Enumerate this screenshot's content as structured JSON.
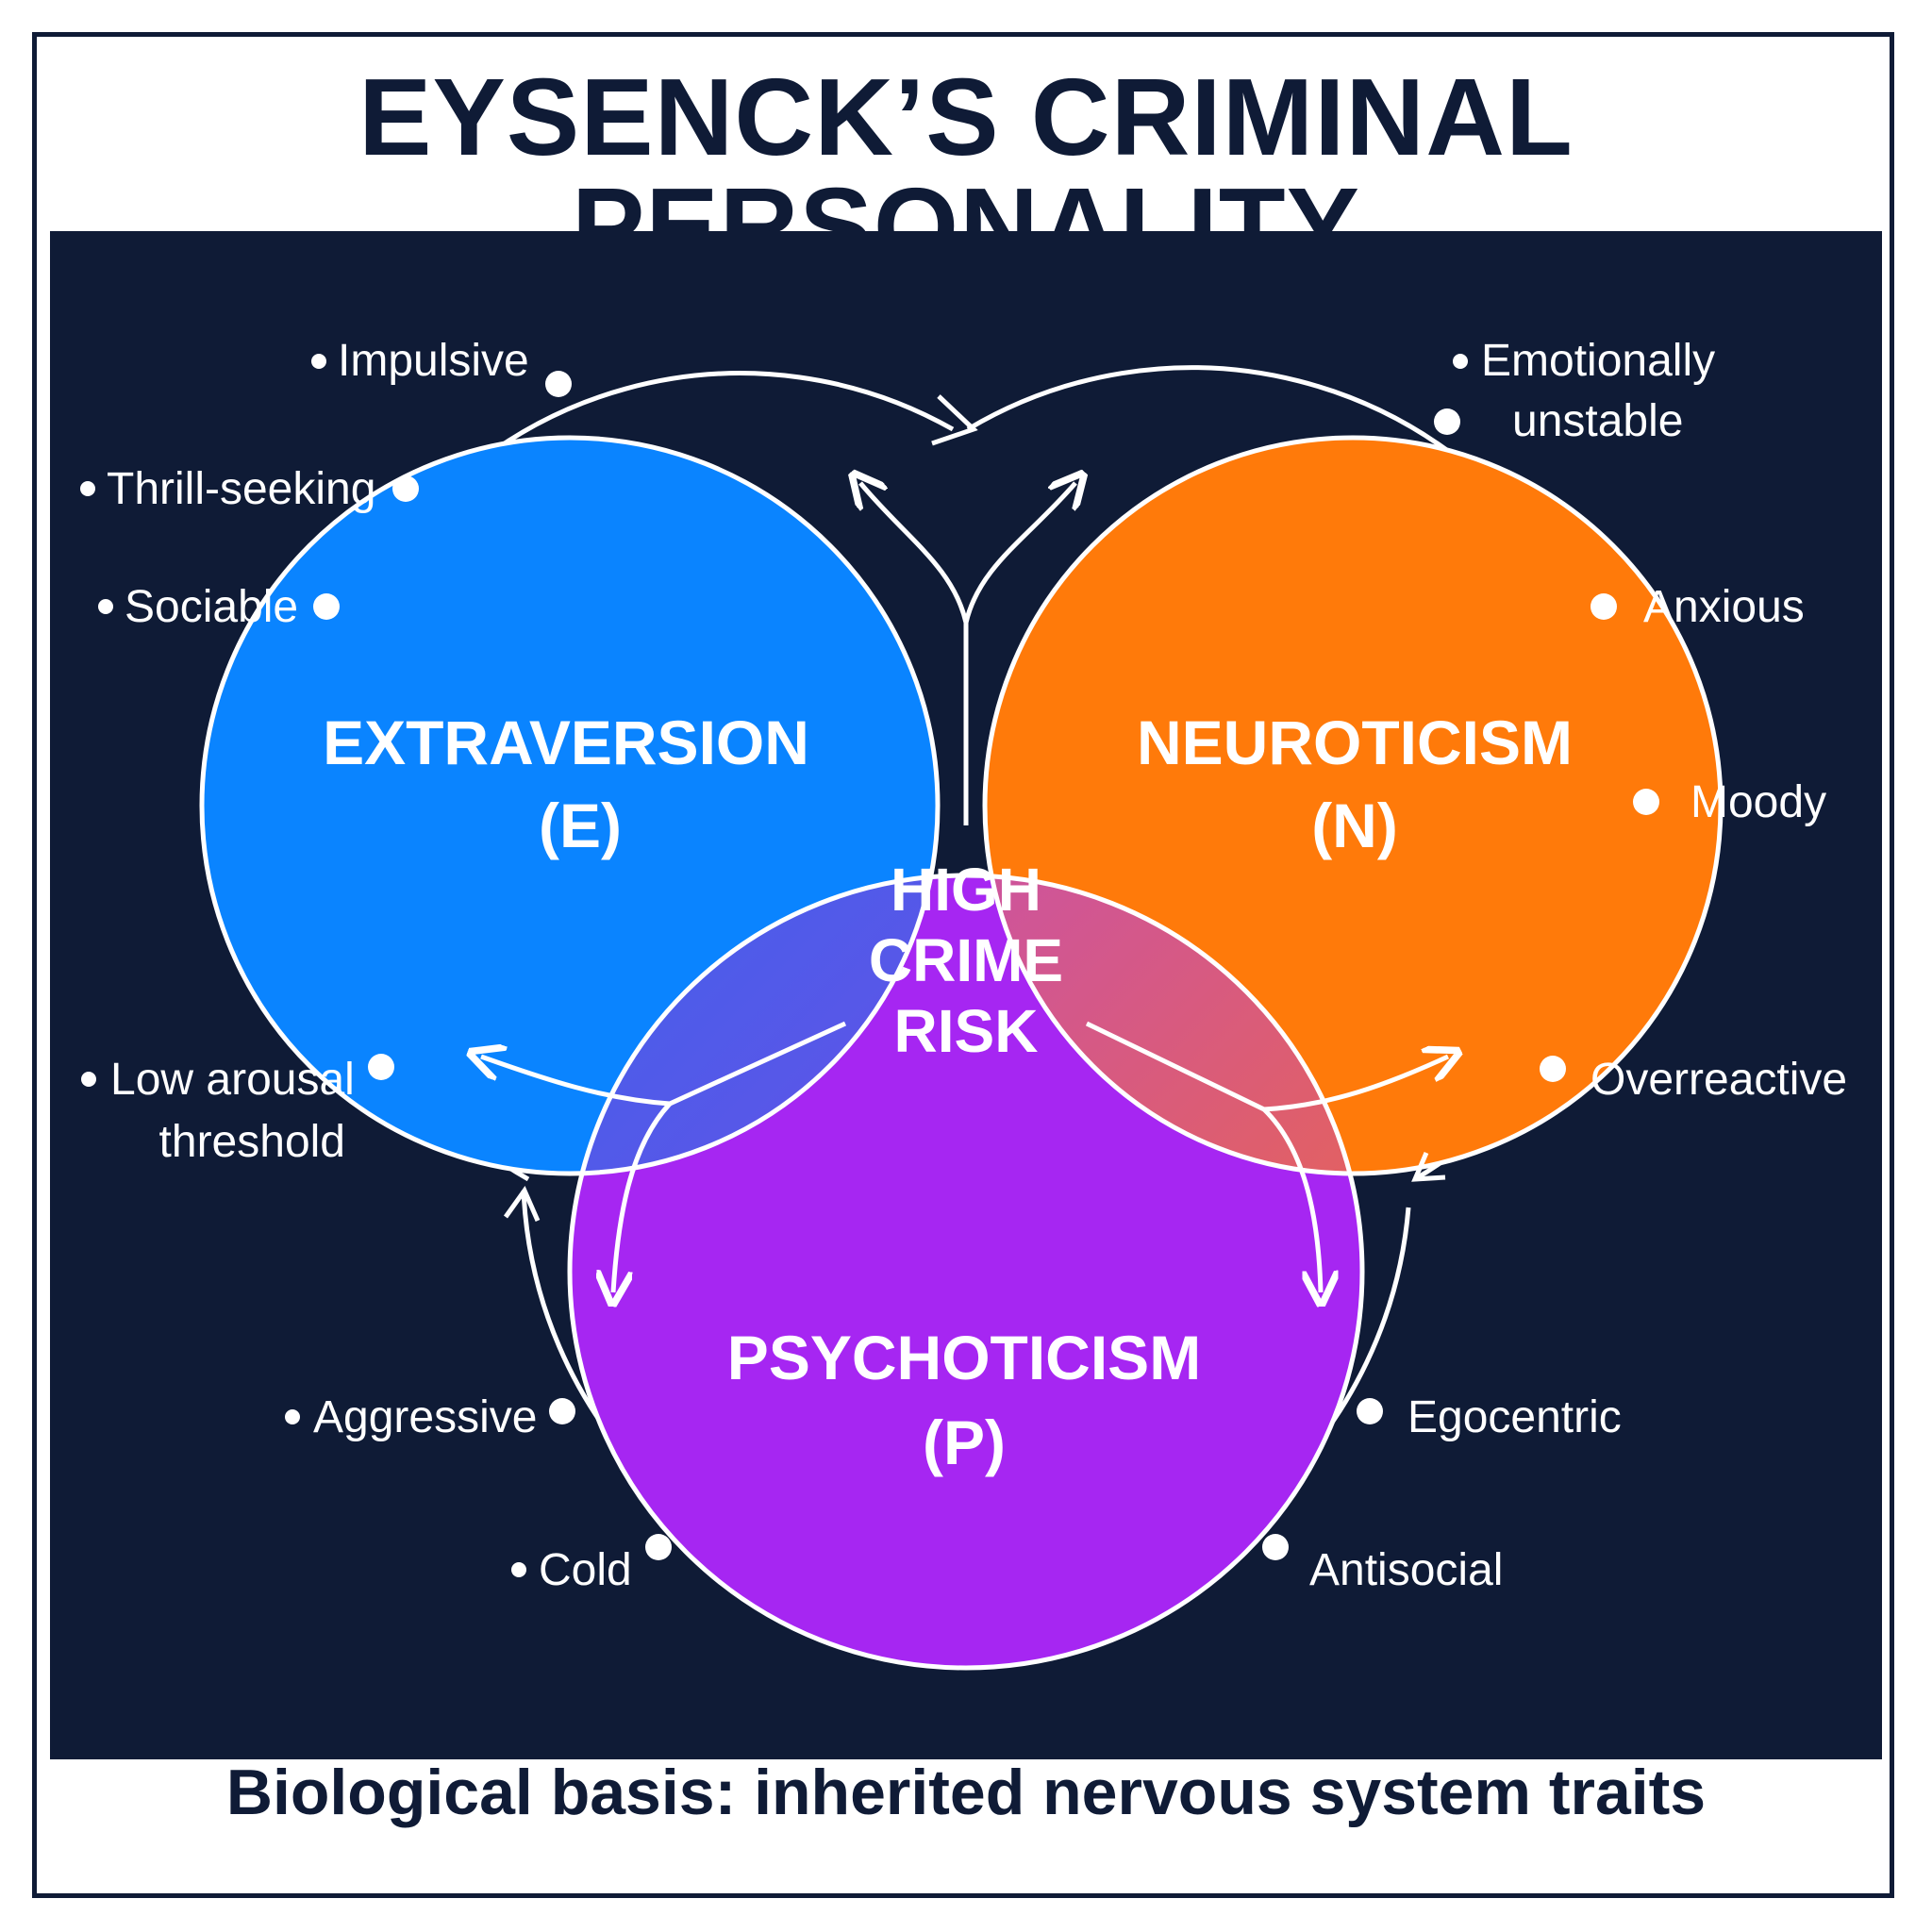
{
  "title": "EYSENCK’S CRIMINAL PERSONALITY",
  "footer": "Biological basis: inherited nervous system traits",
  "center": {
    "line1": "HIGH",
    "line2": "CRIME",
    "line3": "RISK"
  },
  "circles": {
    "extraversion": {
      "name": "EXTRAVERSION",
      "abbr": "(E)",
      "color": "#0a84ff"
    },
    "neuroticism": {
      "name": "NEUROTICISM",
      "abbr": "(N)",
      "color": "#ff7a0a"
    },
    "psychoticism": {
      "name": "PSYCHOTICISM",
      "abbr": "(P)",
      "color": "#a626f2"
    }
  },
  "traits": {
    "impulsive": "Impulsive",
    "thrill_seeking": "Thrill-seeking",
    "sociable": "Sociable",
    "low_arousal_1": "Low arousal",
    "low_arousal_2": "threshold",
    "emotionally_1": "Emotionally",
    "emotionally_2": "unstable",
    "anxious": "Anxious",
    "moody": "Moody",
    "overreactive": "Overreactive",
    "aggressive": "Aggressive",
    "cold": "Cold",
    "egocentric": "Egocentric",
    "antisocial": "Antisocial"
  },
  "colors": {
    "navy": "#0f1b36",
    "white": "#ffffff"
  }
}
